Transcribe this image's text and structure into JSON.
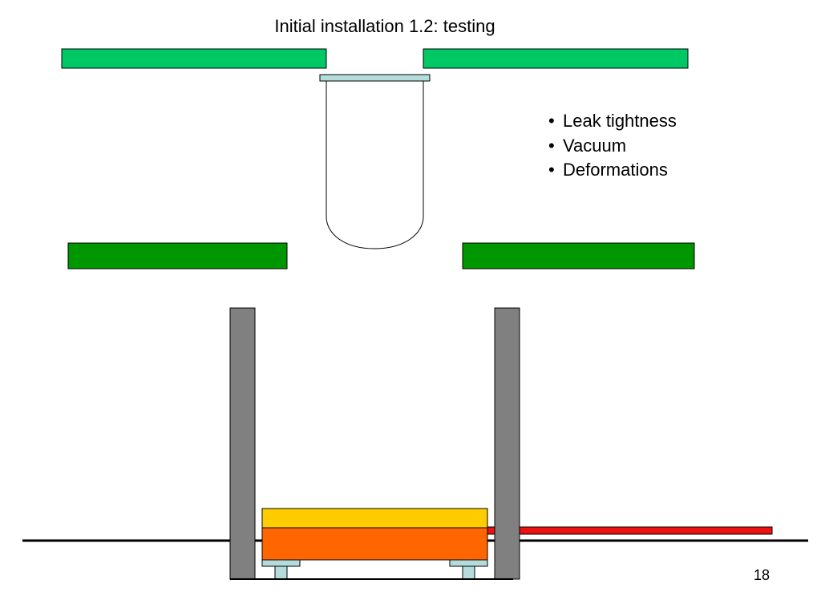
{
  "slide": {
    "title": "Initial installation 1.2: testing",
    "page_number": "18"
  },
  "bullets": [
    "Leak tightness",
    "Vacuum",
    "Deformations"
  ],
  "colors": {
    "upper_plate": "#00c864",
    "lower_plate": "#009600",
    "flange": "#b4dcdc",
    "wall": "#808080",
    "yellow_block": "#ffcc00",
    "orange_block": "#ff6600",
    "support_pad": "#b4dcdc",
    "red_pipe": "#ee1111",
    "floor_line": "#000000"
  }
}
